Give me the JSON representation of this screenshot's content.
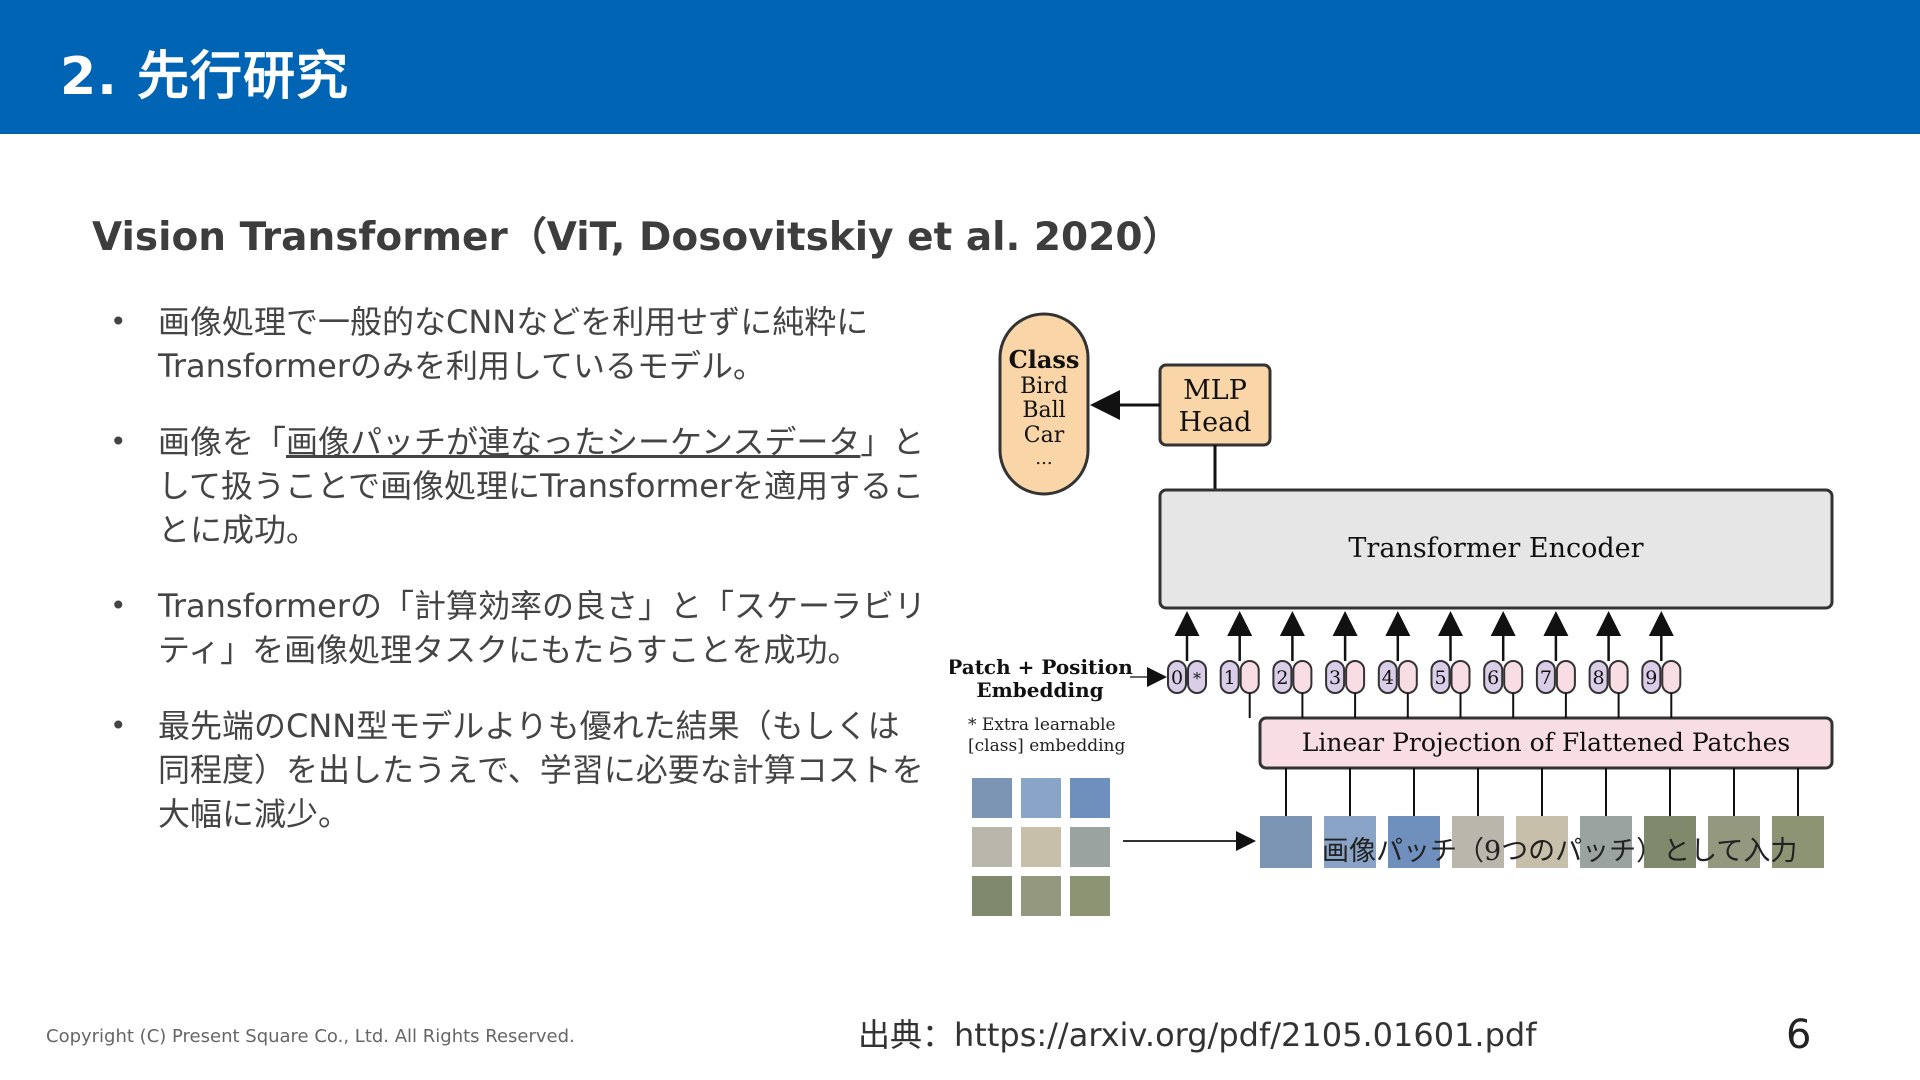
{
  "header": {
    "title": "2. 先行研究"
  },
  "subtitle": "Vision Transformer（ViT, Dosovitskiy et al. 2020）",
  "bullets": {
    "b1": {
      "text": "画像処理で一般的なCNNなどを利用せずに純粋にTransformerのみを利用しているモデル。"
    },
    "b2": {
      "before": "画像を「",
      "underlined": "画像パッチが連なったシーケンスデータ",
      "after": "」として扱うことで画像処理にTransformerを適用することに成功。"
    },
    "b3": {
      "text": "Transformerの「計算効率の良さ」と「スケーラビリティ」を画像処理タスクにもたらすことを成功。"
    },
    "b4": {
      "text": "最先端のCNN型モデルよりも優れた結果（もしくは同程度）を出したうえで、学習に必要な計算コストを大幅に減少。"
    },
    "marker": "•"
  },
  "figure": {
    "class_box": {
      "title": "Class",
      "items": [
        "Bird",
        "Ball",
        "Car",
        "..."
      ]
    },
    "mlp_head": {
      "line1": "MLP",
      "line2": "Head"
    },
    "encoder": "Transformer Encoder",
    "patch_label": {
      "line1": "Patch + Position",
      "line2": "Embedding"
    },
    "note": {
      "line1": "* Extra learnable",
      "line2": "[class] embedding"
    },
    "positions": [
      "0",
      "1",
      "2",
      "3",
      "4",
      "5",
      "6",
      "7",
      "8",
      "9"
    ],
    "star": "*",
    "projection": "Linear Projection of Flattened Patches",
    "overlay_caption": "画像パッチ（9つのパッチ）として入力",
    "colors": {
      "class_fill": "#f9d5a8",
      "mlp_fill": "#f9d5a8",
      "encoder_fill": "#e6e6e6",
      "pos_fill": "#d9cde8",
      "proj_fill": "#f9dde4"
    }
  },
  "source": "出典：https://arxiv.org/pdf/2105.01601.pdf",
  "copyright": "Copyright (C) Present Square Co., Ltd. All Rights Reserved.",
  "page_number": "6"
}
